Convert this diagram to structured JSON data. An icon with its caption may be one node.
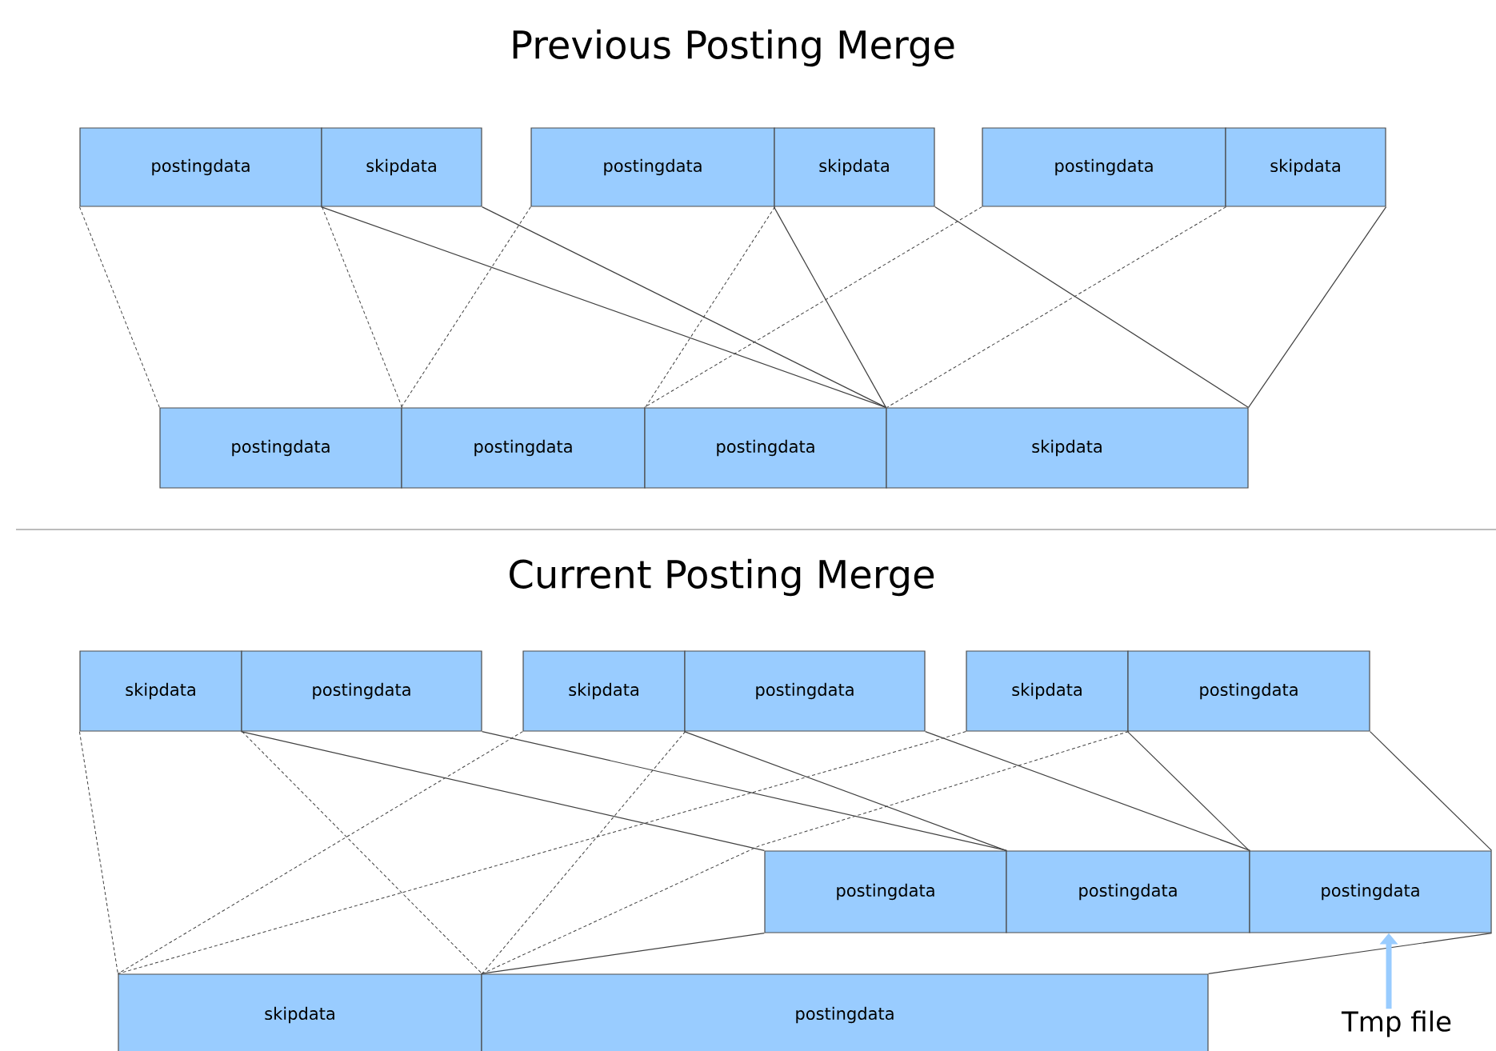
{
  "diagram": {
    "title": "Previous Posting Merge",
    "nodes": [
      {
        "text": [
          "postingdata"
        ]
      },
      {
        "text": [
          "skipdata"
        ]
      },
      {
        "text": [
          "postingdata"
        ]
      },
      {
        "text": [
          "skipdata"
        ]
      },
      {
        "text": [
          "postingdata"
        ]
      },
      {
        "text": [
          "skipdata"
        ]
      },
      {
        "text": [
          "postingdata"
        ]
      },
      {
        "text": [
          "postingdata"
        ]
      },
      {
        "text": [
          "postingdata"
        ]
      },
      {
        "text": [
          "skipdata"
        ]
      },
      {
        "text": [
          "skipdata"
        ]
      },
      {
        "text": [
          "postingdata"
        ]
      },
      {
        "text": [
          "skipdata"
        ]
      },
      {
        "text": [
          "postingdata"
        ]
      },
      {
        "text": [
          "skipdata"
        ]
      },
      {
        "text": [
          "postingdata"
        ]
      },
      {
        "text": [
          "postingdata"
        ]
      },
      {
        "text": [
          "postingdata"
        ]
      },
      {
        "text": [
          "postingdata"
        ]
      },
      {
        "text": [
          "skipdata"
        ]
      },
      {
        "text": [
          "postingdata"
        ]
      },
      {
        "text": [
          "Tmp file"
        ]
      }
    ],
    "edges": [
      {
        "from": 0,
        "to": 6,
        "arrow": "none",
        "style": "dashed"
      },
      {
        "from": 0,
        "to": 6,
        "arrow": "none",
        "style": "dashed"
      },
      {
        "from": 1,
        "to": 9,
        "arrow": "none"
      },
      {
        "from": 1,
        "to": 9,
        "arrow": "none"
      },
      {
        "from": 2,
        "to": 7,
        "arrow": "none",
        "style": "dashed"
      },
      {
        "from": 2,
        "to": 7,
        "arrow": "none",
        "style": "dashed"
      },
      {
        "from": 3,
        "to": 9,
        "arrow": "none"
      },
      {
        "from": 3,
        "to": 9,
        "arrow": "none"
      },
      {
        "from": 4,
        "to": 8,
        "arrow": "none",
        "style": "dashed"
      },
      {
        "from": 4,
        "to": 8,
        "arrow": "none",
        "style": "dashed"
      },
      {
        "from": 5,
        "to": 9,
        "arrow": "none"
      },
      {
        "from": 10,
        "to": 19,
        "arrow": "none",
        "style": "dashed"
      },
      {
        "from": 10,
        "to": 19,
        "arrow": "none",
        "style": "dashed"
      },
      {
        "from": 11,
        "to": 16,
        "arrow": "none"
      },
      {
        "from": 11,
        "to": 16,
        "arrow": "none"
      },
      {
        "from": 12,
        "to": 19,
        "arrow": "none",
        "style": "dashed"
      },
      {
        "from": 12,
        "to": 19,
        "arrow": "none",
        "style": "dashed"
      },
      {
        "from": 13,
        "to": 17,
        "arrow": "none"
      },
      {
        "from": 13,
        "to": 17,
        "arrow": "none"
      },
      {
        "from": 14,
        "to": 19,
        "arrow": "none",
        "style": "dashed"
      },
      {
        "from": 14,
        "to": 19,
        "arrow": "none",
        "style": "dashed"
      },
      {
        "from": 15,
        "to": 18,
        "arrow": "none"
      },
      {
        "from": 15,
        "to": 18,
        "arrow": "none"
      },
      {
        "from": 16,
        "to": 20,
        "arrow": "none"
      },
      {
        "from": 18,
        "to": 20,
        "arrow": "none"
      },
      {
        "from": 21,
        "to": 18,
        "arrow": "to",
        "style": "thick",
        "color": "#99ccff"
      }
    ],
    "labels": [
      "Current Posting Merge"
    ]
  }
}
